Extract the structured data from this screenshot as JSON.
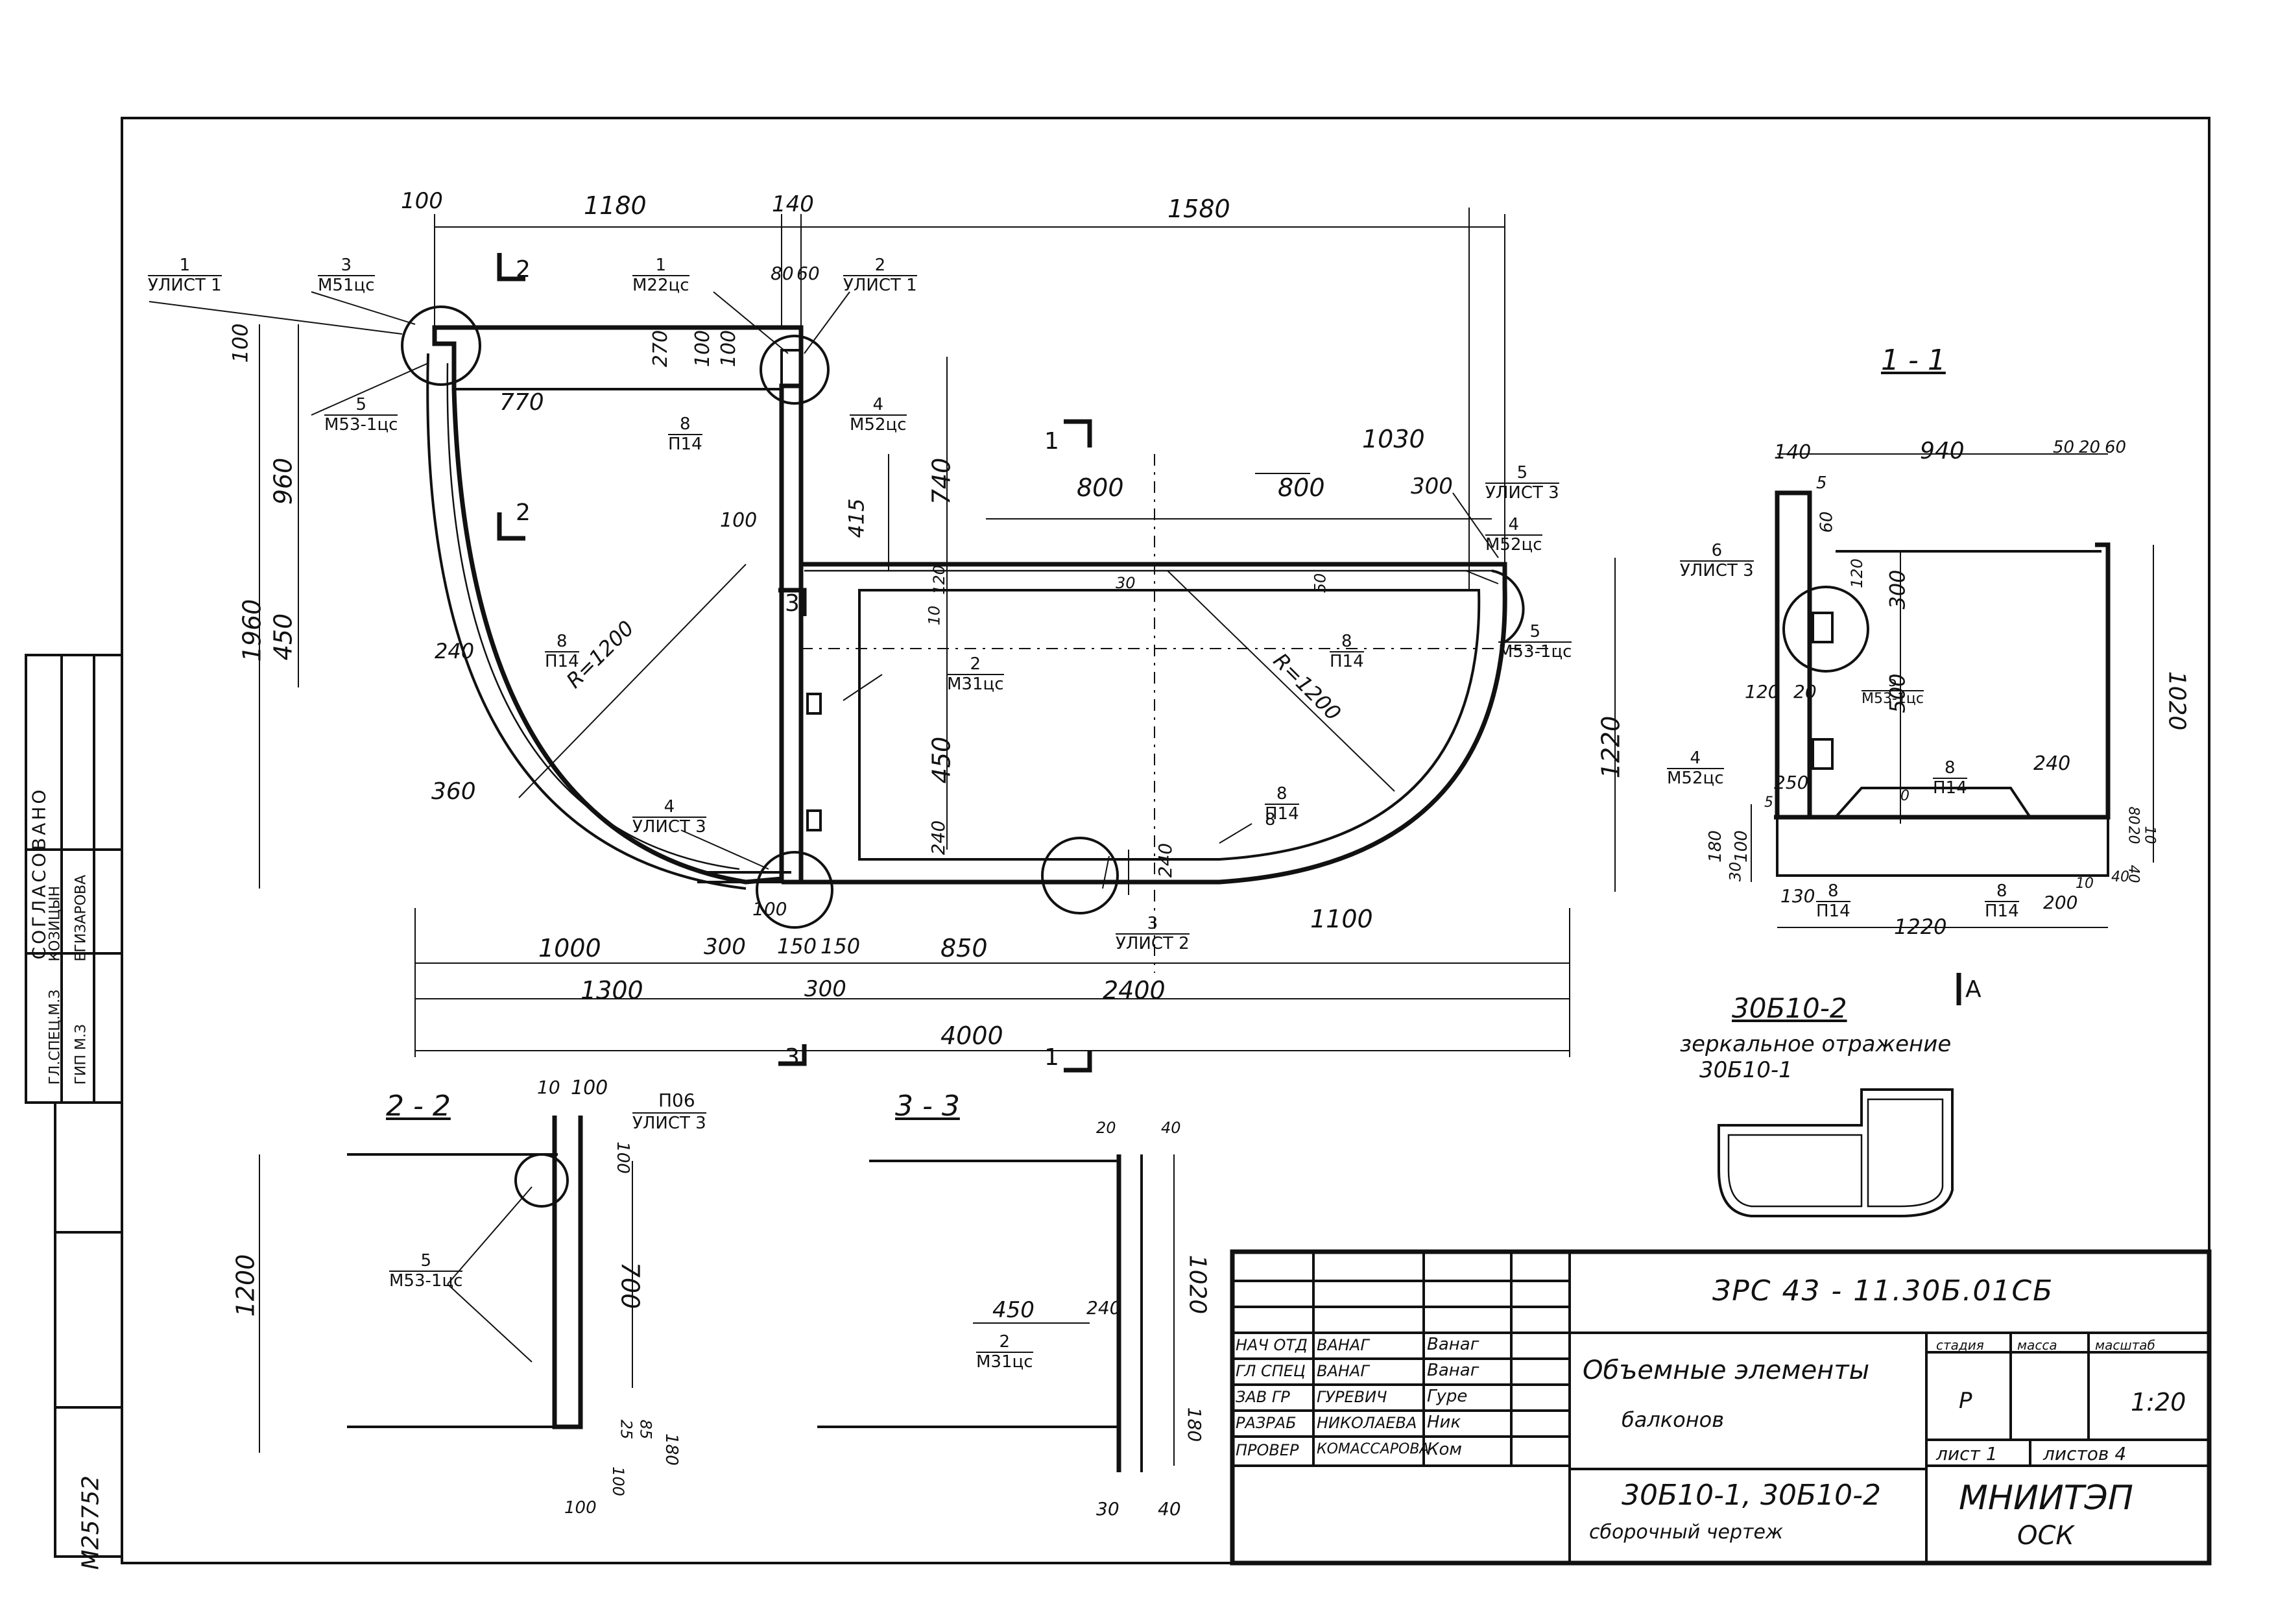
{
  "plan": {
    "dims_top": [
      "100",
      "1180",
      "140",
      "1580",
      "80",
      "60",
      "100",
      "270",
      "100",
      "100"
    ],
    "dims_left": [
      "100",
      "960",
      "1960",
      "450"
    ],
    "dims_bottom": [
      "360",
      "300",
      "100",
      "150",
      "150",
      "850",
      "1000",
      "1300",
      "300",
      "2400",
      "4000",
      "1100",
      "240"
    ],
    "dims_right": [
      "1220",
      "1030",
      "800",
      "800",
      "300",
      "740",
      "415",
      "450",
      "240",
      "120",
      "10",
      "50",
      "30"
    ],
    "dims_inner": [
      "770",
      "100",
      "240"
    ],
    "radius_labels": [
      "R=1200",
      "R=1200"
    ],
    "callouts": [
      {
        "num": "1",
        "text": "УЛИСТ 1"
      },
      {
        "num": "3",
        "text": "М51цс"
      },
      {
        "num": "1",
        "text": "М22цс"
      },
      {
        "num": "2",
        "text": "УЛИСТ 1"
      },
      {
        "num": "5",
        "text": "М53-1цс"
      },
      {
        "num": "8",
        "text": "П14"
      },
      {
        "num": "4",
        "text": "М52цс"
      },
      {
        "num": "5",
        "text": "УЛИСТ 3"
      },
      {
        "num": "4",
        "text": "М52цс"
      },
      {
        "num": "5",
        "text": "М53-1цс"
      },
      {
        "num": "8",
        "text": "П14"
      },
      {
        "num": "8",
        "text": "П14"
      },
      {
        "num": "2",
        "text": "М31цс"
      },
      {
        "num": "8",
        "text": "П14"
      },
      {
        "num": "4",
        "text": "УЛИСТ 3"
      },
      {
        "num": "3",
        "text": "УЛИСТ 2"
      },
      {
        "num": "8",
        "text": "П14"
      }
    ],
    "section_marks": [
      "2",
      "2",
      "1",
      "1",
      "3",
      "3"
    ]
  },
  "section_1_1": {
    "title": "1 - 1",
    "dims": [
      "140",
      "940",
      "50",
      "20",
      "60",
      "5",
      "60",
      "120",
      "300",
      "500",
      "1020",
      "120",
      "20",
      "250",
      "240",
      "180",
      "100",
      "30",
      "130",
      "1220",
      "200",
      "10",
      "40",
      "80",
      "20",
      "40",
      "10",
      "5",
      "0"
    ],
    "callouts": [
      {
        "num": "6",
        "text": "УЛИСТ 3"
      },
      {
        "num": "5",
        "text": "М53-1цс"
      },
      {
        "num": "4",
        "text": "М52цс"
      },
      {
        "num": "8",
        "text": "П14"
      },
      {
        "num": "8",
        "text": "П14"
      },
      {
        "num": "8",
        "text": "П14"
      }
    ],
    "view_mark": "А"
  },
  "section_2_2": {
    "title": "2 - 2",
    "dims": [
      "10",
      "100",
      "100",
      "1200",
      "700",
      "100",
      "25",
      "85",
      "180",
      "100"
    ],
    "callouts": [
      {
        "num": "",
        "text": "П06"
      },
      {
        "num": "",
        "text": "УЛИСТ 3"
      },
      {
        "num": "5",
        "text": "М53-1цс"
      }
    ]
  },
  "section_3_3": {
    "title": "3 - 3",
    "dims": [
      "20",
      "40",
      "1020",
      "450",
      "240",
      "180",
      "30",
      "40"
    ],
    "callouts": [
      {
        "num": "2",
        "text": "М31цс"
      }
    ]
  },
  "variant": {
    "code": "30Б10-2",
    "note_line1": "зеркальное отражение",
    "note_line2": "30Б10-1"
  },
  "left_stamp": {
    "header": "СОГЛАСОВАНО",
    "rows": [
      {
        "role": "ГЛ.СПЕЦ.М.З",
        "name": "КОЗИЦЫН"
      },
      {
        "role": "ГИП М.З",
        "name": "ЕГИЗАРОВА"
      }
    ],
    "inventory": "М25752"
  },
  "title_block": {
    "doc_code": "ЗРС 43 - 11.30Б.01СБ",
    "people": [
      {
        "role": "НАЧ ОТД",
        "name": "ВАНАГ",
        "sign": "Ванаг"
      },
      {
        "role": "ГЛ СПЕЦ",
        "name": "ВАНАГ",
        "sign": "Ванаг"
      },
      {
        "role": "ЗАВ ГР",
        "name": "ГУРЕВИЧ",
        "sign": "Гуре"
      },
      {
        "role": "РАЗРАБ",
        "name": "НИКОЛАЕВА",
        "sign": "Ник"
      },
      {
        "role": "ПРОВЕР",
        "name": "КОМАССАРОВА",
        "sign": "Ком"
      }
    ],
    "title_line1": "Объемные элементы",
    "title_line2": "балконов",
    "stage_label": "стадия",
    "mass_label": "масса",
    "scale_label": "масштаб",
    "stage": "Р",
    "scale": "1:20",
    "sheet_label": "лист 1",
    "sheets_label": "листов 4",
    "drawing_name1": "30Б10-1, 30Б10-2",
    "drawing_name2": "сборочный чертеж",
    "org1": "МНИИТЭП",
    "org2": "ОСК"
  }
}
